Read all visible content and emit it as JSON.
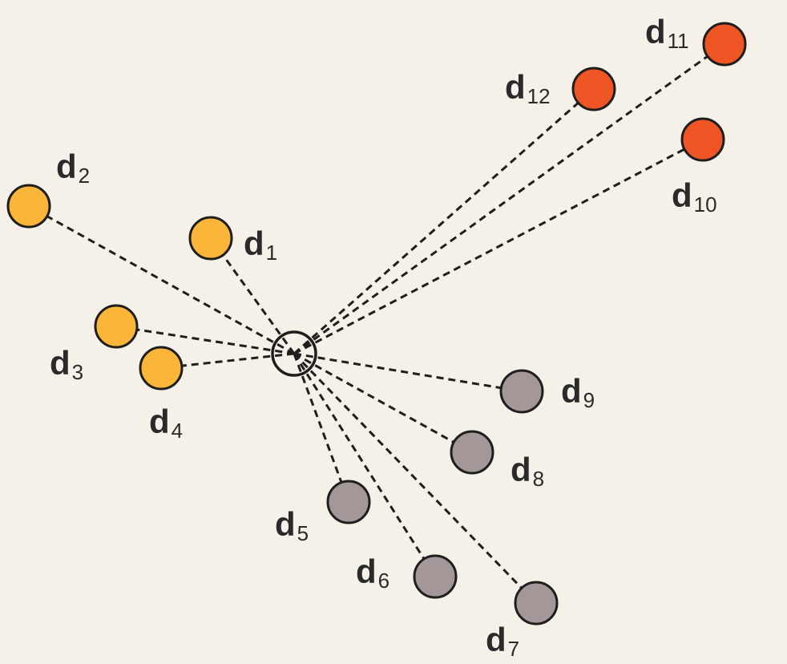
{
  "colors": {
    "background": "#f5f1e8",
    "cluster_yellow": "#fbb63a",
    "cluster_red": "#ef5424",
    "cluster_gray": "#a39798",
    "line": "#1e1e1e"
  },
  "query_point": {
    "shape": "hollow-circle"
  },
  "points": [
    {
      "name": "d",
      "index": "1",
      "cluster": "cluster_yellow"
    },
    {
      "name": "d",
      "index": "2",
      "cluster": "cluster_yellow"
    },
    {
      "name": "d",
      "index": "3",
      "cluster": "cluster_yellow"
    },
    {
      "name": "d",
      "index": "4",
      "cluster": "cluster_yellow"
    },
    {
      "name": "d",
      "index": "5",
      "cluster": "cluster_gray"
    },
    {
      "name": "d",
      "index": "6",
      "cluster": "cluster_gray"
    },
    {
      "name": "d",
      "index": "7",
      "cluster": "cluster_gray"
    },
    {
      "name": "d",
      "index": "8",
      "cluster": "cluster_gray"
    },
    {
      "name": "d",
      "index": "9",
      "cluster": "cluster_gray"
    },
    {
      "name": "d",
      "index": "10",
      "cluster": "cluster_red"
    },
    {
      "name": "d",
      "index": "11",
      "cluster": "cluster_red"
    },
    {
      "name": "d",
      "index": "12",
      "cluster": "cluster_red"
    }
  ]
}
